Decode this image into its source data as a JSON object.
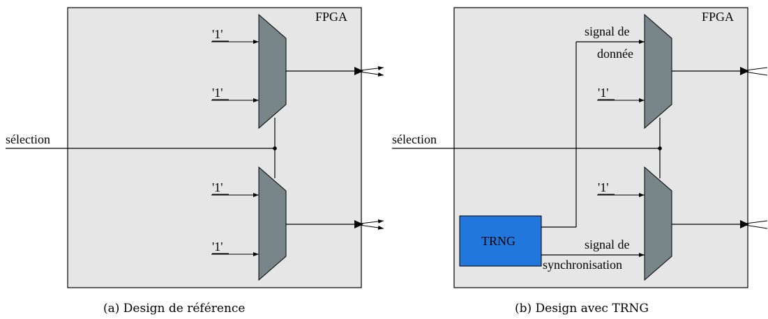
{
  "diagram_a": {
    "fpga_label": "FPGA",
    "select_label": "sélection",
    "input_labels": [
      "'1'",
      "'1'",
      "'1'",
      "'1'"
    ],
    "caption": "(a) Design de référence"
  },
  "diagram_b": {
    "fpga_label": "FPGA",
    "select_label": "sélection",
    "data_signal_label_line1": "signal de",
    "data_signal_label_line2": "donnée",
    "const_labels": [
      "'1'",
      "'1'"
    ],
    "trng_label": "TRNG",
    "sync_signal_label_line1": "signal de",
    "sync_signal_label_line2": "synchronisation",
    "caption": "(b) Design avec TRNG"
  },
  "colors": {
    "fpga_fill": "#e6e6e6",
    "mux_fill": "#78868a",
    "trng_fill": "#2277dd",
    "line": "#000000"
  }
}
